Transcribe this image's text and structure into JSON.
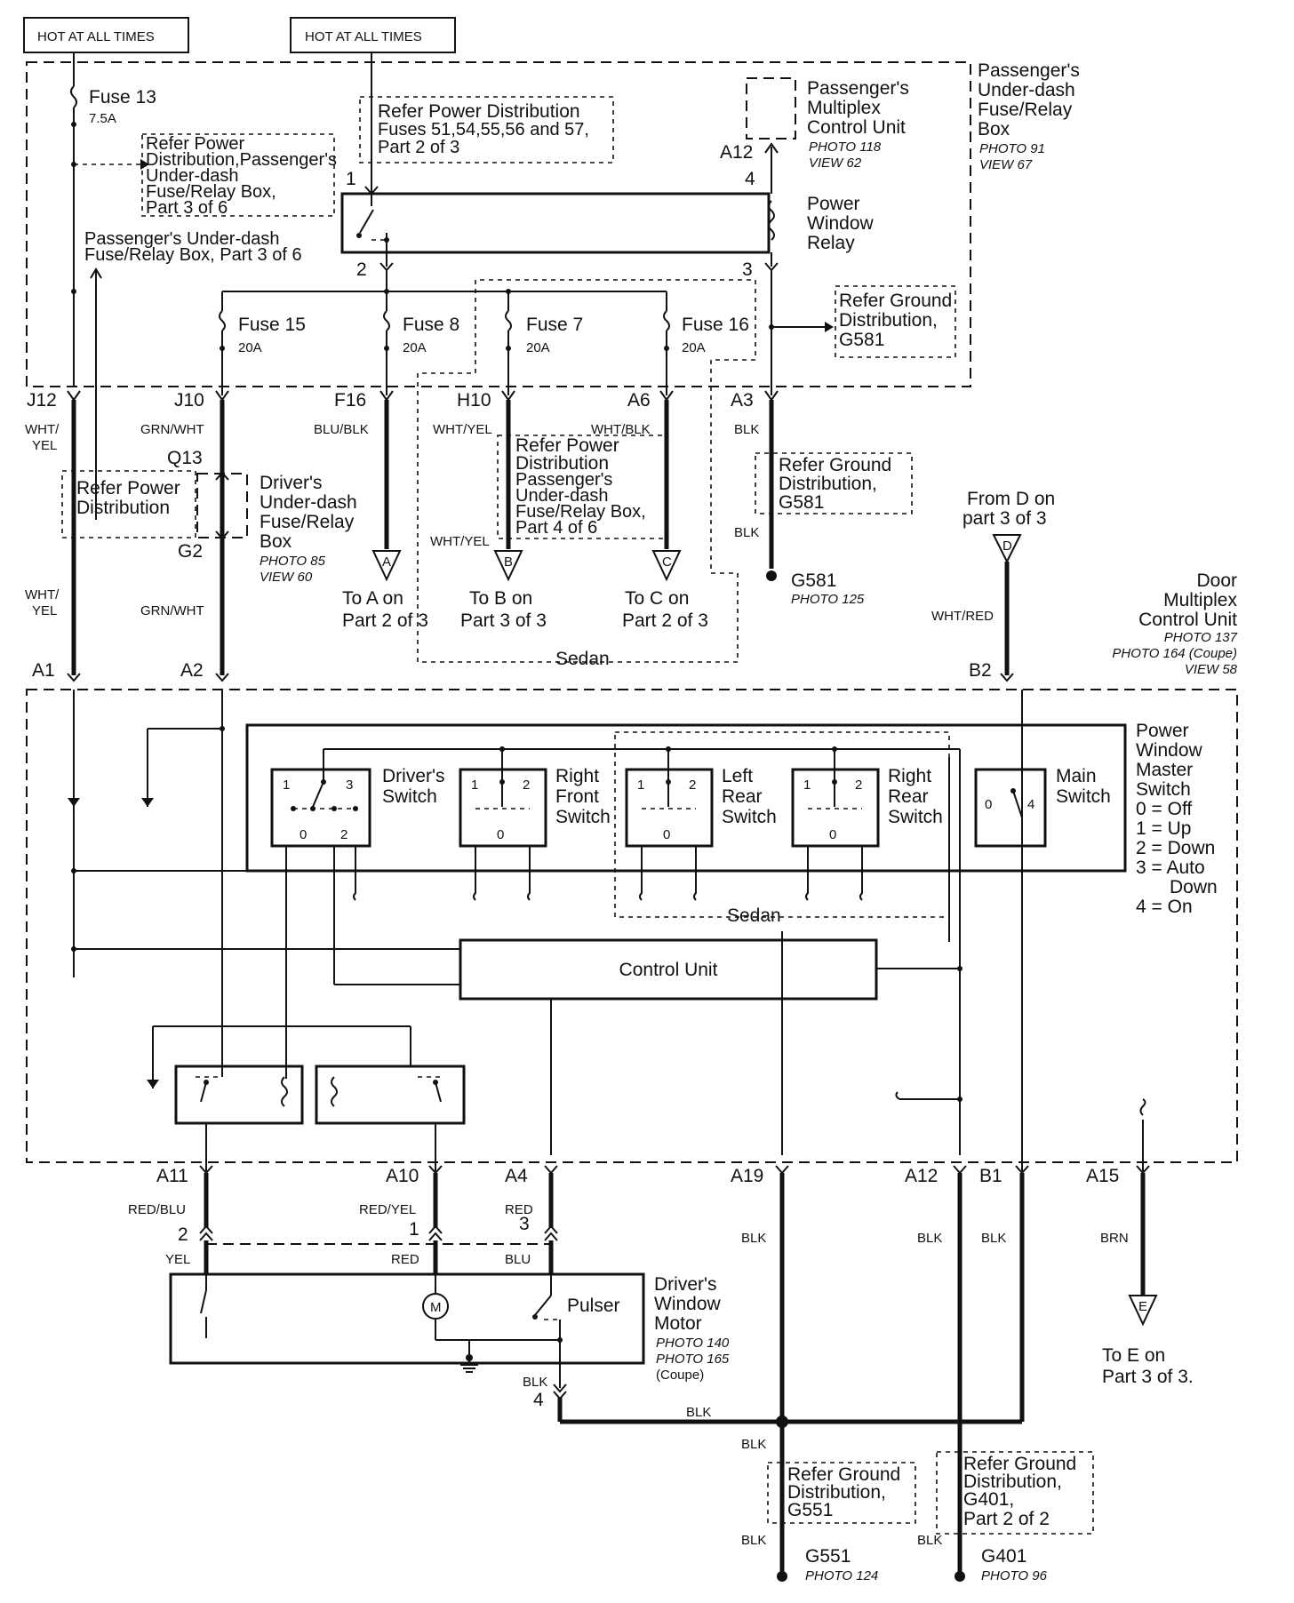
{
  "power": {
    "hot1": "HOT AT ALL TIMES",
    "hot2": "HOT AT ALL TIMES"
  },
  "under_dash_box": {
    "l1": "Passenger's",
    "l2": "Under-dash",
    "l3": "Fuse/Relay",
    "l4": "Box",
    "photo": "PHOTO 91",
    "view": "VIEW 67"
  },
  "fuse13": {
    "name": "Fuse 13",
    "rating": "7.5A"
  },
  "refer_pd_pass": {
    "l1": "Refer Power",
    "l2": "Distribution,Passenger's",
    "l3": "Under-dash",
    "l4": "Fuse/Relay Box,",
    "l5": "Part 3 of 6"
  },
  "refer_pd_fuses": {
    "l1": "Refer Power Distribution",
    "l2": "Fuses 51,54,55,56 and 57,",
    "l3": "Part 2 of 3"
  },
  "pass_mux": {
    "l1": "Passenger's",
    "l2": "Multiplex",
    "l3": "Control Unit",
    "photo": "PHOTO 118",
    "view": "VIEW 62",
    "pin": "A12"
  },
  "relay": {
    "l1": "Power",
    "l2": "Window",
    "l3": "Relay",
    "p1": "1",
    "p2": "2",
    "p3": "3",
    "p4": "4"
  },
  "pass_ud_ref": {
    "l1": "Passenger's Under-dash",
    "l2": "Fuse/Relay Box, Part 3 of 6"
  },
  "fuses": [
    {
      "name": "Fuse 15",
      "rating": "20A",
      "pin": "J10"
    },
    {
      "name": "Fuse 8",
      "rating": "20A",
      "pin": "F16"
    },
    {
      "name": "Fuse 7",
      "rating": "20A",
      "pin": "H10"
    },
    {
      "name": "Fuse 16",
      "rating": "20A",
      "pin": "A6"
    }
  ],
  "refer_ground_g581_top": {
    "l1": "Refer Ground",
    "l2": "Distribution,",
    "l3": "G581"
  },
  "pins_top": {
    "j12": "J12",
    "a3": "A3"
  },
  "wires": {
    "wht_yel": "WHT/",
    "wht_yel2": "YEL",
    "grn_wht": "GRN/WHT",
    "blu_blk": "BLU/BLK",
    "wht_yel_h10": "WHT/YEL",
    "wht_blk": "WHT/BLK",
    "blk": "BLK",
    "wht_yel_lower": "WHT/YEL",
    "wht_red": "WHT/RED",
    "red_blu": "RED/BLU",
    "red_yel": "RED/YEL",
    "red": "RED",
    "brn": "BRN",
    "yel": "YEL",
    "red2": "RED",
    "blu": "BLU"
  },
  "q13": "Q13",
  "g2": "G2",
  "refer_pd_left": {
    "l1": "Refer Power",
    "l2": "Distribution"
  },
  "driver_box": {
    "l1": "Driver's",
    "l2": "Under-dash",
    "l3": "Fuse/Relay",
    "l4": "Box",
    "photo": "PHOTO 85",
    "view": "VIEW 60"
  },
  "refer_pd_part4": {
    "l1": "Refer Power",
    "l2": "Distribution",
    "l3": "Passenger's",
    "l4": "Under-dash",
    "l5": "Fuse/Relay Box,",
    "l6": "Part 4 of 6"
  },
  "refer_ground_g581_mid": {
    "l1": "Refer Ground",
    "l2": "Distribution,",
    "l3": "G581"
  },
  "g581": {
    "name": "G581",
    "photo": "PHOTO 125"
  },
  "connectors": {
    "a": {
      "letter": "A",
      "l1": "To A on",
      "l2": "Part 2 of 3"
    },
    "b": {
      "letter": "B",
      "l1": "To B on",
      "l2": "Part 3 of 3"
    },
    "c": {
      "letter": "C",
      "l1": "To C on",
      "l2": "Part 2 of 3"
    },
    "d": {
      "letter": "D",
      "l1": "From D on",
      "l2": "part 3 of 3"
    },
    "e": {
      "letter": "E",
      "l1": "To E on",
      "l2": "Part 3 of 3."
    }
  },
  "sedan1": "Sedan",
  "sedan2": "Sedan",
  "door_mux": {
    "l1": "Door",
    "l2": "Multiplex",
    "l3": "Control Unit",
    "photo1": "PHOTO 137",
    "photo2": "PHOTO 164 (Coupe)",
    "view": "VIEW 58"
  },
  "pins_mid": {
    "a1": "A1",
    "a2": "A2",
    "b2": "B2"
  },
  "master_switch": {
    "l1": "Power",
    "l2": "Window",
    "l3": "Master",
    "l4": "Switch",
    "s0": "0 = Off",
    "s1": "1 = Up",
    "s2": "2 = Down",
    "s3": "3 = Auto",
    "s3b": "Down",
    "s4": "4 = On"
  },
  "switches": [
    {
      "l1": "Driver's",
      "l2": "Switch"
    },
    {
      "l1": "Right",
      "l2": "Front",
      "l3": "Switch"
    },
    {
      "l1": "Left",
      "l2": "Rear",
      "l3": "Switch"
    },
    {
      "l1": "Right",
      "l2": "Rear",
      "l3": "Switch"
    },
    {
      "l1": "Main",
      "l2": "Switch"
    }
  ],
  "control_unit": "Control Unit",
  "pins_bottom": {
    "a11": "A11",
    "a10": "A10",
    "a4": "A4",
    "a19": "A19",
    "a12": "A12",
    "b1": "B1",
    "a15": "A15"
  },
  "motor": {
    "l1": "Driver's",
    "l2": "Window",
    "l3": "Motor",
    "photo1": "PHOTO 140",
    "photo2": "PHOTO 165",
    "coupe": "(Coupe)",
    "pulser": "Pulser",
    "m": "M",
    "p1": "1",
    "p2": "2",
    "p3": "3",
    "p4": "4"
  },
  "refer_ground_g551": {
    "l1": "Refer Ground",
    "l2": "Distribution,",
    "l3": "G551"
  },
  "refer_ground_g401": {
    "l1": "Refer Ground",
    "l2": "Distribution,",
    "l3": "G401,",
    "l4": "Part 2 of 2"
  },
  "g551": {
    "name": "G551",
    "photo": "PHOTO 124"
  },
  "g401": {
    "name": "G401",
    "photo": "PHOTO 96"
  }
}
